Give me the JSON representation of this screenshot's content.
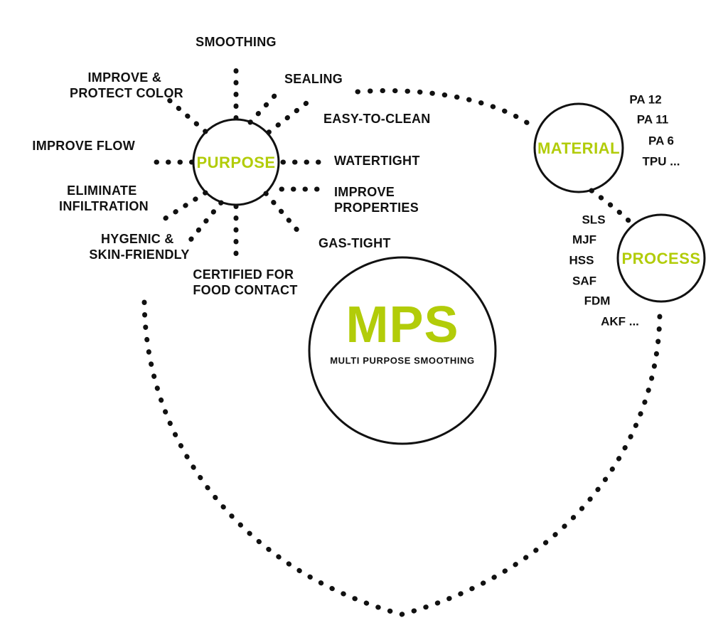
{
  "theme": {
    "background": "#ffffff",
    "ink": "#111111",
    "accent": "#b2cc09"
  },
  "core": {
    "title": "MPS",
    "subtitle": "MULTI PURPOSE SMOOTHING"
  },
  "hubs": {
    "purpose": {
      "label": "PURPOSE"
    },
    "material": {
      "label": "MATERIAL"
    },
    "process": {
      "label": "PROCESS"
    }
  },
  "purpose_benefits": [
    {
      "id": "smoothing",
      "lines": [
        "SMOOTHING"
      ]
    },
    {
      "id": "improve-protect-color",
      "lines": [
        "IMPROVE &",
        "PROTECT COLOR"
      ]
    },
    {
      "id": "improve-flow",
      "lines": [
        "IMPROVE FLOW"
      ]
    },
    {
      "id": "eliminate-infiltration",
      "lines": [
        "ELIMINATE",
        "INFILTRATION"
      ]
    },
    {
      "id": "hygenic-skin-friendly",
      "lines": [
        "HYGENIC &",
        "SKIN-FRIENDLY"
      ]
    },
    {
      "id": "certified-for-food-contact",
      "lines": [
        "CERTIFIED FOR",
        "FOOD CONTACT"
      ]
    },
    {
      "id": "gas-tight",
      "lines": [
        "GAS-TIGHT"
      ]
    },
    {
      "id": "improve-properties",
      "lines": [
        "IMPROVE",
        "PROPERTIES"
      ]
    },
    {
      "id": "watertight",
      "lines": [
        "WATERTIGHT"
      ]
    },
    {
      "id": "easy-to-clean",
      "lines": [
        "EASY-TO-CLEAN"
      ]
    },
    {
      "id": "sealing",
      "lines": [
        "SEALING"
      ]
    }
  ],
  "material_options": [
    "PA 12",
    "PA 11",
    "PA 6",
    "TPU ..."
  ],
  "process_options": [
    "SLS",
    "MJF",
    "HSS",
    "SAF",
    "FDM",
    "AKF ..."
  ]
}
